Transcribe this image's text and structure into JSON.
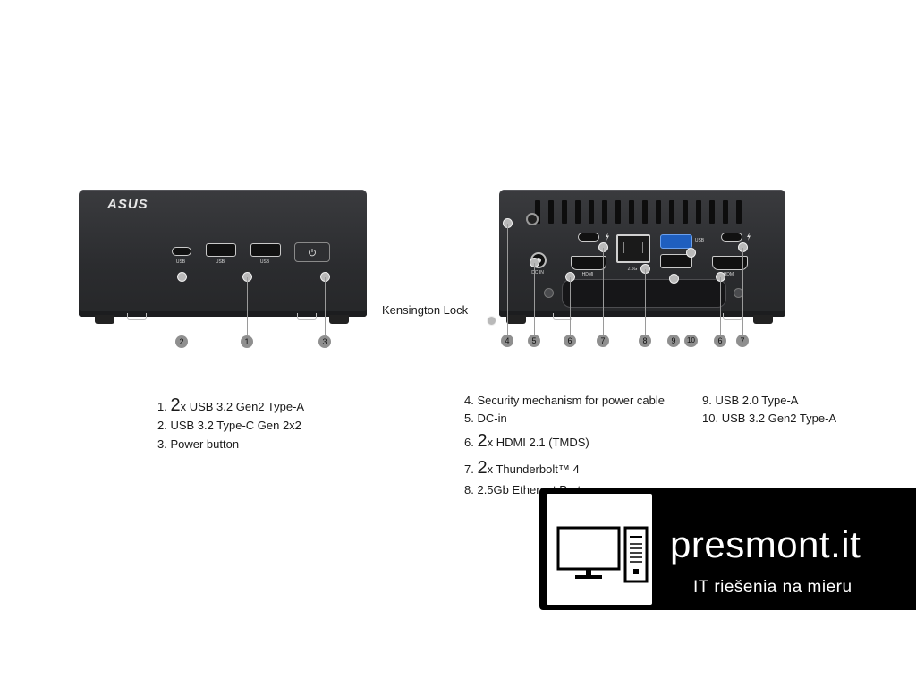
{
  "front": {
    "logo": "ASUS",
    "port_labels": {
      "usbc": "USB",
      "usba1": "USB",
      "usba2": "USB"
    },
    "power_icon": "power-icon",
    "callouts": [
      "2",
      "1",
      "3"
    ]
  },
  "back": {
    "port_labels": {
      "dcin": "DC IN",
      "hdmi_left": "HDMI",
      "eth": "2.5G",
      "usb_blue": "USB",
      "hdmi_right": "HDMI"
    },
    "thunderbolt_icon": "thunderbolt-icon",
    "callouts": [
      "4",
      "5",
      "6",
      "7",
      "8",
      "9",
      "10",
      "6",
      "7"
    ]
  },
  "kensington_label": "Kensington Lock",
  "front_list": {
    "items": [
      {
        "prefix": "1. ",
        "big": "2",
        "text": "x USB 3.2 Gen2 Type-A"
      },
      {
        "prefix": "2. ",
        "big": "",
        "text": "USB 3.2 Type-C Gen 2x2"
      },
      {
        "prefix": "3. ",
        "big": "",
        "text": "Power button"
      }
    ]
  },
  "back_list": {
    "items": [
      {
        "prefix": "4. ",
        "big": "",
        "text": "Security mechanism for power cable"
      },
      {
        "prefix": "5. ",
        "big": "",
        "text": "DC-in"
      },
      {
        "prefix": "6. ",
        "big": "2",
        "text": "x HDMI 2.1 (TMDS)"
      },
      {
        "prefix": "7. ",
        "big": "2",
        "text": "x Thunderbolt™ 4"
      },
      {
        "prefix": "8. ",
        "big": "",
        "text": "2.5Gb Ethernet Port"
      }
    ]
  },
  "back_list2": {
    "items": [
      {
        "prefix": "9. ",
        "big": "",
        "text": "USB 2.0 Type-A"
      },
      {
        "prefix": "10. ",
        "big": "",
        "text": "USB 3.2 Gen2 Type-A"
      }
    ]
  },
  "brand": {
    "name": "presmont.it",
    "tagline": "IT riešenia na mieru",
    "icon": "computer-icon"
  },
  "colors": {
    "device": "#2b2c2f",
    "usb_blue": "#1f5fbf",
    "callout": "#8f8f8f",
    "brand_bg": "#000000"
  }
}
